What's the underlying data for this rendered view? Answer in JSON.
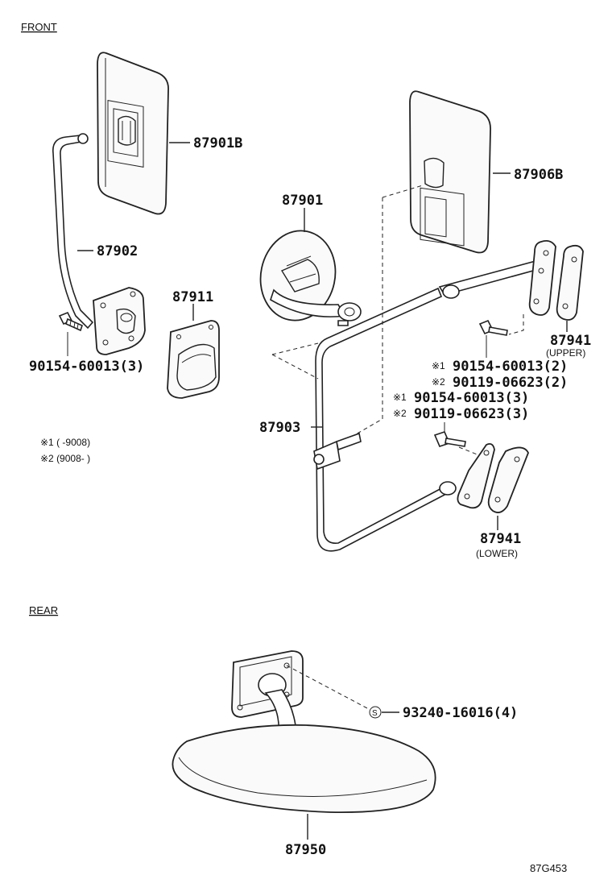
{
  "sections": {
    "front": "FRONT",
    "rear": "REAR"
  },
  "parts": {
    "p87901B": "87901B",
    "p87902": "87902",
    "p87911": "87911",
    "p87901": "87901",
    "p87906B": "87906B",
    "p87903": "87903",
    "p87941_upper": "87941",
    "upper_note": "(UPPER)",
    "p87941_lower": "87941",
    "lower_note": "(LOWER)",
    "p87950": "87950"
  },
  "fasteners": {
    "left_bolt": "90154-60013(3)",
    "upper_bolt_1": "90154-60013(2)",
    "upper_bolt_2": "90119-06623(2)",
    "lower_bolt_1": "90154-60013(3)",
    "lower_bolt_2": "90119-06623(3)",
    "screw": "93240-16016(4)"
  },
  "marks": {
    "m1": "※1",
    "m2": "※2",
    "s_symbol": "S"
  },
  "notes": {
    "note1": "※1 (      -9008)",
    "note2": "※2 (9008-      )"
  },
  "diagram_code": "87G453"
}
